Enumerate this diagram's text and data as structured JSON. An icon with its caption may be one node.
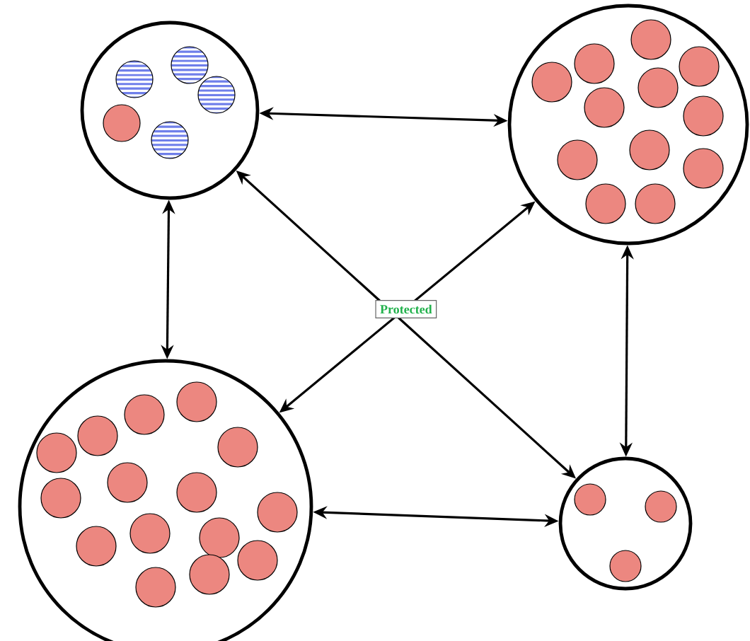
{
  "diagram": {
    "nodes": [
      {
        "text": [],
        "shape": "circle"
      },
      {
        "text": [],
        "shape": "circle"
      },
      {
        "text": [],
        "shape": "circle"
      },
      {
        "text": [],
        "shape": "circle"
      }
    ],
    "edges": [
      {
        "from": 0,
        "to": 1,
        "arrow": "both"
      },
      {
        "from": 0,
        "to": 2,
        "arrow": "both"
      },
      {
        "from": 0,
        "to": 3,
        "arrow": "both",
        "label": "Protected"
      },
      {
        "from": 1,
        "to": 2,
        "arrow": "both"
      },
      {
        "from": 1,
        "to": 3,
        "arrow": "both"
      },
      {
        "from": 2,
        "to": 3,
        "arrow": "both"
      }
    ]
  }
}
